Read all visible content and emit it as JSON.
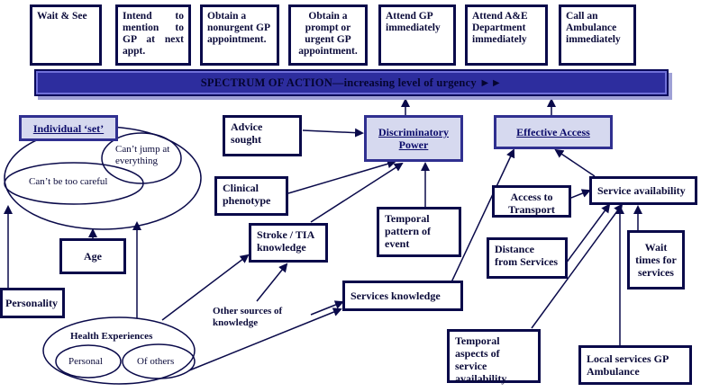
{
  "actions": [
    "Wait & See",
    "Intend to mention to GP at next appt.",
    "Obtain a nonurgent GP appointment.",
    "Obtain a prompt or urgent GP appointment.",
    "Attend GP immediately",
    "Attend A&E Department immediately",
    "Call an Ambulance immediately"
  ],
  "banner": "SPECTRUM OF ACTION—increasing level of urgency  ►►",
  "individual_set": {
    "title": "Individual ‘set’",
    "cant_jump": "Can’t jump at everything",
    "cant_careful": "Can’t  be too careful"
  },
  "age": "Age",
  "personality": "Personality",
  "health_experiences": {
    "title": "Health Experiences",
    "personal": "Personal",
    "others": "Of others"
  },
  "advice_sought": "Advice sought",
  "clinical_phenotype": "Clinical phenotype",
  "discriminatory_power": "Discriminatory Power",
  "temporal_pattern": "Temporal pattern of event",
  "stroke_knowledge": "Stroke / TIA knowledge",
  "other_sources": "Other sources of knowledge",
  "services_knowledge": "Services  knowledge",
  "effective_access": "Effective Access",
  "access_transport": "Access to Transport",
  "service_availability": "Service availability",
  "distance_services": "Distance from Services",
  "wait_times": "Wait times for services",
  "temporal_aspects": "Temporal aspects of service availability",
  "local_services": "Local services GP Ambulance",
  "colors": {
    "box_border": "#0a0a4a",
    "header_fill": "#d6d9ef",
    "banner_fill": "#2d2d9e"
  }
}
